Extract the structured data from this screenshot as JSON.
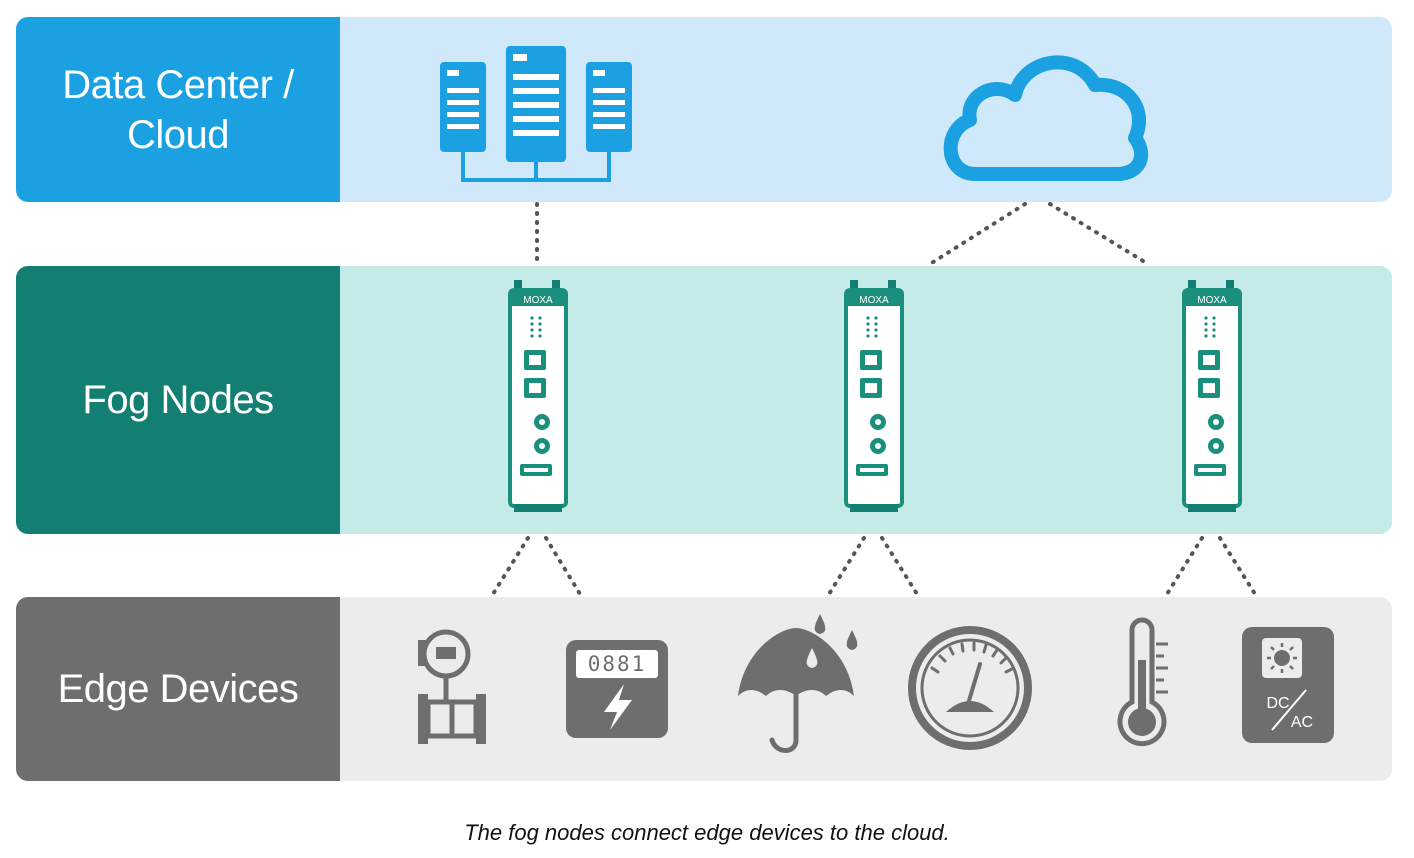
{
  "tiers": {
    "cloud": {
      "label": "Data Center / Cloud",
      "label_line1": "Data Center /",
      "label_line2": "Cloud"
    },
    "fog": {
      "label": "Fog Nodes"
    },
    "edge": {
      "label": "Edge Devices"
    }
  },
  "fog_nodes": [
    {
      "brand": "MOXA"
    },
    {
      "brand": "MOXA"
    },
    {
      "brand": "MOXA"
    }
  ],
  "edge_devices": [
    {
      "icon": "flow-meter-icon"
    },
    {
      "icon": "energy-meter-icon",
      "display": "0881"
    },
    {
      "icon": "umbrella-rain-icon"
    },
    {
      "icon": "gauge-icon"
    },
    {
      "icon": "thermometer-icon"
    },
    {
      "icon": "dc-ac-converter-icon",
      "text_top": "DC",
      "text_bottom": "AC"
    }
  ],
  "datacenter_icons": [
    "server-rack-icon",
    "cloud-icon"
  ],
  "caption": "The fog nodes connect edge devices to the cloud.",
  "colors": {
    "cloud_label": "#1ba1e2",
    "cloud_bg": "#cfe9fb",
    "fog_label": "#137f72",
    "fog_bg": "#c5ebe8",
    "edge_label": "#6e6e6e",
    "edge_bg": "#ececec",
    "icon_blue": "#1ba1e2",
    "icon_green": "#1a8f7e",
    "icon_gray": "#6e6e6e"
  }
}
